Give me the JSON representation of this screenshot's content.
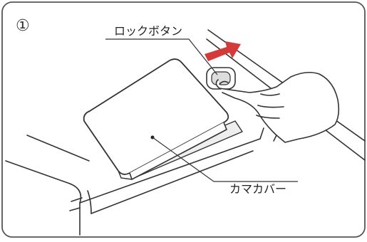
{
  "step_number": "①",
  "labels": {
    "lock_button": "ロックボタン",
    "hook_cover": "カマカバー"
  },
  "colors": {
    "arrow": "#d43a3a",
    "line": "#333333",
    "panel_border": "#555555",
    "background": "#ffffff",
    "shadow_fill": "#eeeeee"
  },
  "icons": {
    "direction": "arrow-right-icon",
    "hand": "pointing-hand-icon"
  }
}
